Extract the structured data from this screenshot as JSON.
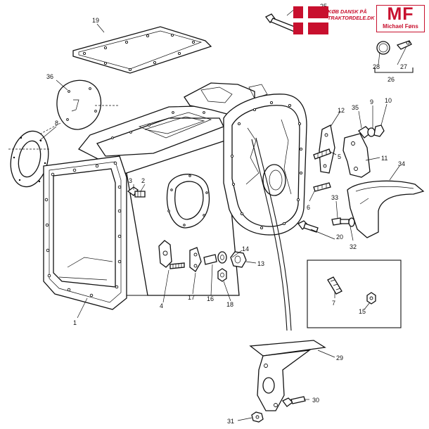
{
  "logo": {
    "tagline_line1": "KØB DANSK PÅ",
    "tagline_line2": "TRAKTORDELE.DK",
    "brand_mark": "MF",
    "brand_name": "Michael Føns",
    "brand_color": "#c8102e"
  },
  "callouts": [
    "1",
    "2",
    "3",
    "4",
    "5",
    "6",
    "7",
    "8",
    "9",
    "10",
    "11",
    "12",
    "13",
    "14",
    "15",
    "16",
    "17",
    "18",
    "19",
    "20",
    "25",
    "26",
    "27",
    "28",
    "29",
    "30",
    "31",
    "32",
    "33",
    "34",
    "35",
    "36"
  ]
}
